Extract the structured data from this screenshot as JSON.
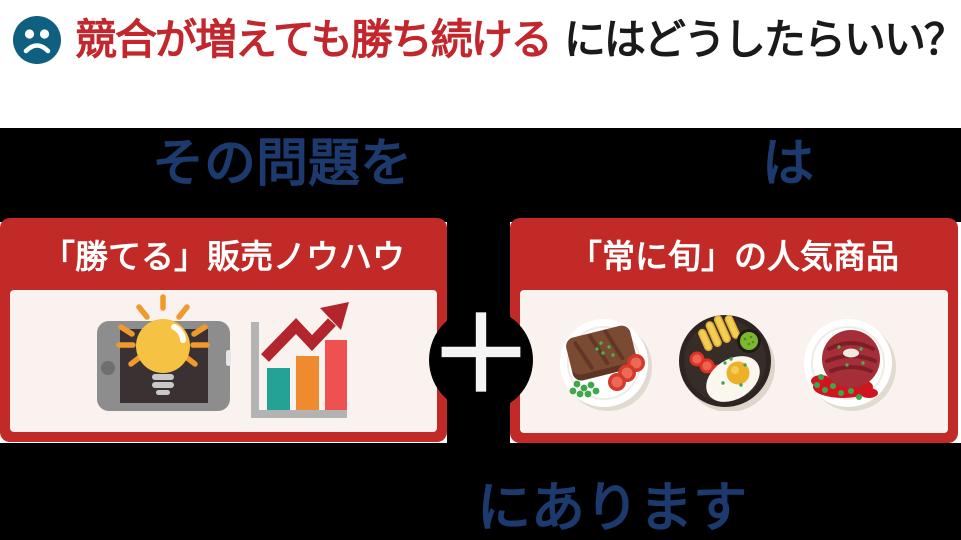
{
  "header": {
    "icon": "sad-face-icon",
    "title_red": "競合が増えても勝ち続ける",
    "title_suffix": "にはどうしたらいい？"
  },
  "equation": {
    "top_left_text": "その問題を",
    "top_right_text": "は",
    "plus_sign": "＋",
    "bottom_text": "にあります"
  },
  "cards": {
    "left": {
      "title": "「勝てる」販売ノウハウ",
      "icons": [
        "tablet-lightbulb-icon",
        "growth-bar-chart-icon"
      ]
    },
    "right": {
      "title": "「常に旬」の人気商品",
      "icons": [
        "steak-plate-icon",
        "fried-egg-plate-icon",
        "roast-meat-plate-icon"
      ]
    }
  },
  "colors": {
    "headline_red": "#c1272d",
    "card_red": "#c12a27",
    "card_inner_bg": "#faf2ee",
    "navy_text": "#1c3a6e",
    "band_black": "#000000",
    "sad_icon_teal": "#0f5f80",
    "bar_teal": "#23a295",
    "bar_orange": "#ef8a2e",
    "bar_coral": "#ef5050",
    "arrow_dark_red": "#b2252c"
  }
}
